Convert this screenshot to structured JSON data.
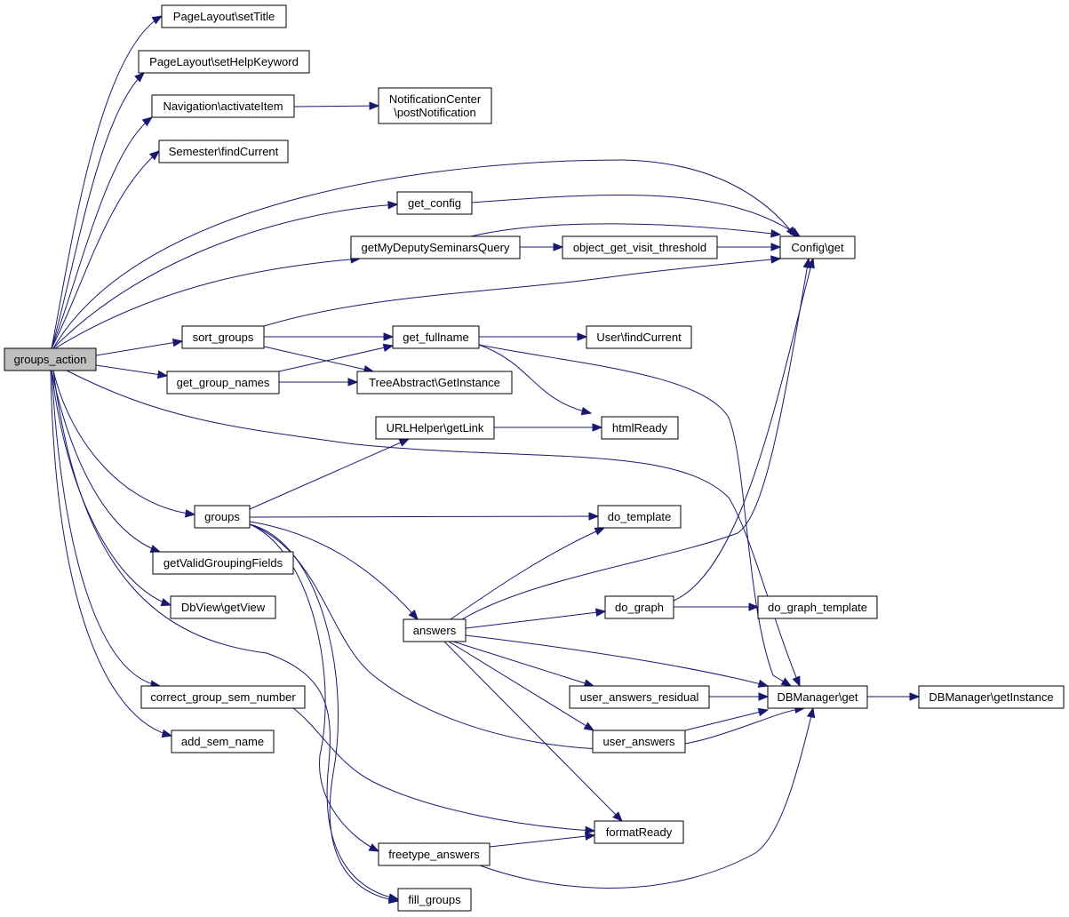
{
  "nodes": [
    {
      "id": "groups_action",
      "label": "groups_action",
      "root": true
    },
    {
      "id": "pl_settitle",
      "label": "PageLayout\\setTitle"
    },
    {
      "id": "pl_sethelp",
      "label": "PageLayout\\setHelpKeyword"
    },
    {
      "id": "nav_activate",
      "label": "Navigation\\activateItem"
    },
    {
      "id": "nc_post",
      "label": "NotificationCenter\n\\postNotification"
    },
    {
      "id": "sem_find",
      "label": "Semester\\findCurrent"
    },
    {
      "id": "get_config",
      "label": "get_config"
    },
    {
      "id": "config_get",
      "label": "Config\\get"
    },
    {
      "id": "get_deputy",
      "label": "getMyDeputySeminarsQuery"
    },
    {
      "id": "obj_visit",
      "label": "object_get_visit_threshold"
    },
    {
      "id": "sort_groups",
      "label": "sort_groups"
    },
    {
      "id": "get_fullname",
      "label": "get_fullname"
    },
    {
      "id": "user_find",
      "label": "User\\findCurrent"
    },
    {
      "id": "get_group_names",
      "label": "get_group_names"
    },
    {
      "id": "tree_abs",
      "label": "TreeAbstract\\GetInstance"
    },
    {
      "id": "url_link",
      "label": "URLHelper\\getLink"
    },
    {
      "id": "html_ready",
      "label": "htmlReady"
    },
    {
      "id": "groups",
      "label": "groups"
    },
    {
      "id": "do_template",
      "label": "do_template"
    },
    {
      "id": "valid_fields",
      "label": "getValidGroupingFields"
    },
    {
      "id": "dbview",
      "label": "DbView\\getView"
    },
    {
      "id": "do_graph",
      "label": "do_graph"
    },
    {
      "id": "do_graph_tpl",
      "label": "do_graph_template"
    },
    {
      "id": "answers",
      "label": "answers"
    },
    {
      "id": "correct_sem",
      "label": "correct_group_sem_number"
    },
    {
      "id": "uar",
      "label": "user_answers_residual"
    },
    {
      "id": "dbm_get",
      "label": "DBManager\\get"
    },
    {
      "id": "dbm_inst",
      "label": "DBManager\\getInstance"
    },
    {
      "id": "add_sem",
      "label": "add_sem_name"
    },
    {
      "id": "user_answers",
      "label": "user_answers"
    },
    {
      "id": "format_ready",
      "label": "formatReady"
    },
    {
      "id": "freetype",
      "label": "freetype_answers"
    },
    {
      "id": "fill_groups",
      "label": "fill_groups"
    }
  ],
  "edges": [
    {
      "from": "groups_action",
      "to": "pl_settitle"
    },
    {
      "from": "groups_action",
      "to": "pl_sethelp"
    },
    {
      "from": "groups_action",
      "to": "nav_activate"
    },
    {
      "from": "groups_action",
      "to": "sem_find"
    },
    {
      "from": "groups_action",
      "to": "config_get"
    },
    {
      "from": "groups_action",
      "to": "get_config"
    },
    {
      "from": "groups_action",
      "to": "get_deputy"
    },
    {
      "from": "groups_action",
      "to": "sort_groups"
    },
    {
      "from": "groups_action",
      "to": "get_group_names"
    },
    {
      "from": "groups_action",
      "to": "dbm_get"
    },
    {
      "from": "groups_action",
      "to": "groups"
    },
    {
      "from": "groups_action",
      "to": "valid_fields"
    },
    {
      "from": "groups_action",
      "to": "dbview"
    },
    {
      "from": "groups_action",
      "to": "correct_sem"
    },
    {
      "from": "groups_action",
      "to": "add_sem"
    },
    {
      "from": "groups_action",
      "to": "fill_groups"
    },
    {
      "from": "nav_activate",
      "to": "nc_post"
    },
    {
      "from": "get_config",
      "to": "config_get"
    },
    {
      "from": "get_deputy",
      "to": "config_get"
    },
    {
      "from": "get_deputy",
      "to": "obj_visit"
    },
    {
      "from": "obj_visit",
      "to": "config_get"
    },
    {
      "from": "sort_groups",
      "to": "config_get"
    },
    {
      "from": "sort_groups",
      "to": "get_fullname"
    },
    {
      "from": "sort_groups",
      "to": "tree_abs"
    },
    {
      "from": "get_group_names",
      "to": "get_fullname"
    },
    {
      "from": "get_group_names",
      "to": "tree_abs"
    },
    {
      "from": "get_fullname",
      "to": "user_find"
    },
    {
      "from": "get_fullname",
      "to": "html_ready"
    },
    {
      "from": "get_fullname",
      "to": "dbm_get"
    },
    {
      "from": "url_link",
      "to": "html_ready"
    },
    {
      "from": "groups",
      "to": "url_link"
    },
    {
      "from": "groups",
      "to": "do_template"
    },
    {
      "from": "groups",
      "to": "answers"
    },
    {
      "from": "groups",
      "to": "dbm_get"
    },
    {
      "from": "groups",
      "to": "freetype"
    },
    {
      "from": "groups",
      "to": "fill_groups"
    },
    {
      "from": "answers",
      "to": "do_template"
    },
    {
      "from": "answers",
      "to": "config_get"
    },
    {
      "from": "answers",
      "to": "do_graph"
    },
    {
      "from": "answers",
      "to": "dbm_get"
    },
    {
      "from": "answers",
      "to": "uar"
    },
    {
      "from": "answers",
      "to": "user_answers"
    },
    {
      "from": "answers",
      "to": "format_ready"
    },
    {
      "from": "do_graph",
      "to": "config_get"
    },
    {
      "from": "do_graph",
      "to": "do_graph_tpl"
    },
    {
      "from": "uar",
      "to": "dbm_get"
    },
    {
      "from": "user_answers",
      "to": "dbm_get"
    },
    {
      "from": "dbm_get",
      "to": "dbm_inst"
    },
    {
      "from": "correct_sem",
      "to": "format_ready"
    },
    {
      "from": "freetype",
      "to": "format_ready"
    },
    {
      "from": "freetype",
      "to": "dbm_get"
    }
  ]
}
